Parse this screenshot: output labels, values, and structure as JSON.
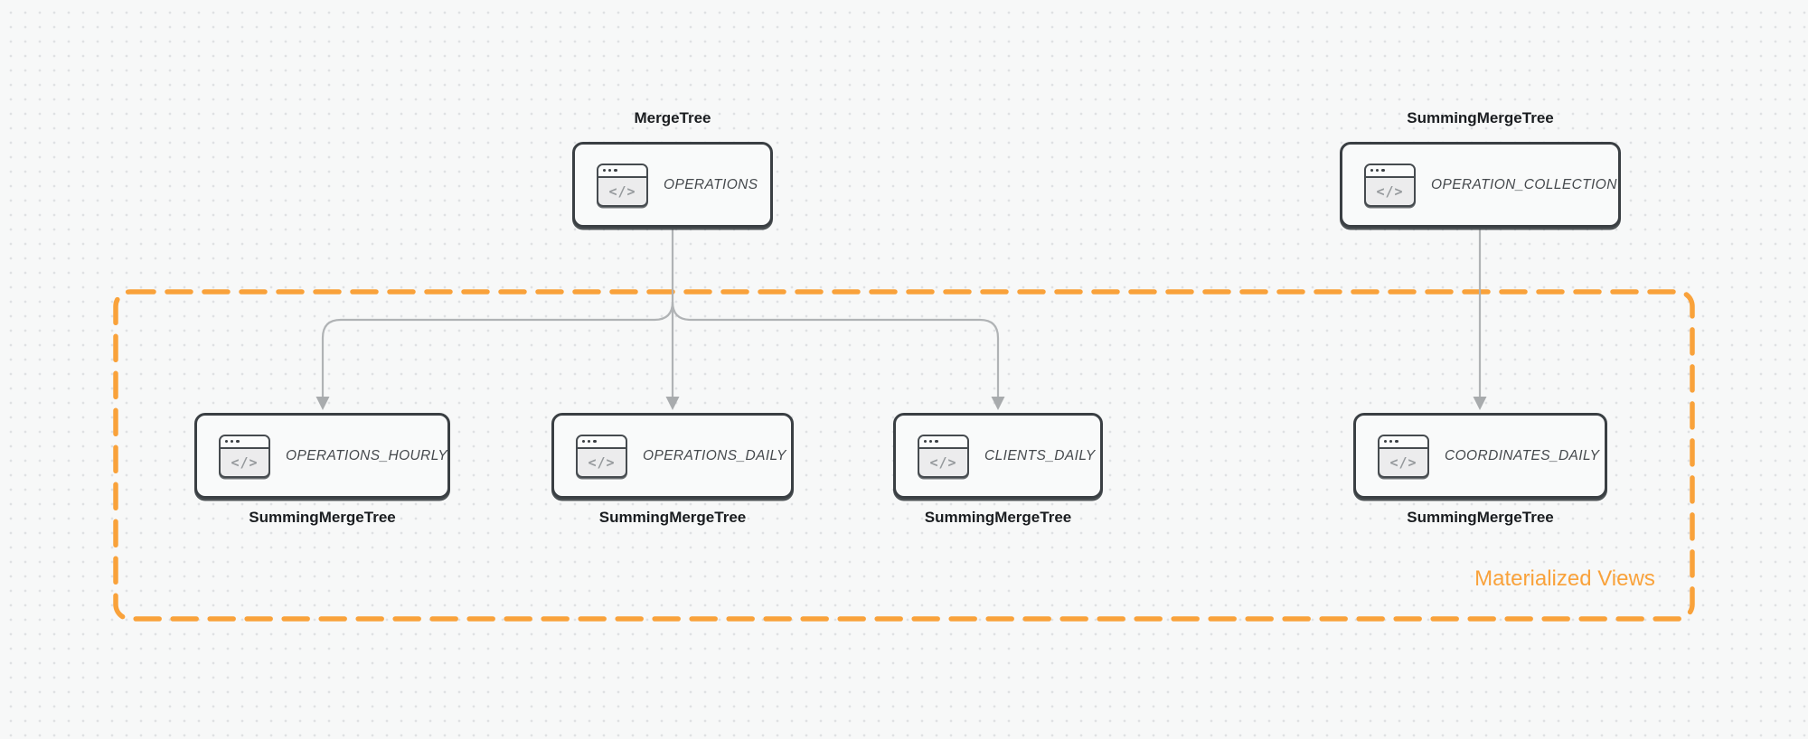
{
  "diagram": {
    "kind": "database-table-relationship-diagram",
    "colors": {
      "background": "#f7f8f8",
      "dot_grid": "#dfe1e3",
      "node_border": "#3a3f43",
      "node_background": "#f9fafa",
      "node_label_text": "#45494d",
      "title_text": "#1a1d20",
      "arrow": "#b0b3b5",
      "arrowhead": "#a8abad",
      "accent_orange": "#f9a23b"
    }
  },
  "icon": {
    "name": "code-window-icon",
    "glyph": "</>"
  },
  "nodes": [
    {
      "id": "operations",
      "title": "MergeTree",
      "title_position": "top",
      "label": "OPERATIONS"
    },
    {
      "id": "operation_collection",
      "title": "SummingMergeTree",
      "title_position": "top",
      "label": "OPERATION_COLLECTION"
    },
    {
      "id": "operations_hourly",
      "title": "SummingMergeTree",
      "title_position": "bottom",
      "label": "OPERATIONS_HOURLY"
    },
    {
      "id": "operations_daily",
      "title": "SummingMergeTree",
      "title_position": "bottom",
      "label": "OPERATIONS_DAILY"
    },
    {
      "id": "clients_daily",
      "title": "SummingMergeTree",
      "title_position": "bottom",
      "label": "CLIENTS_DAILY"
    },
    {
      "id": "coordinates_daily",
      "title": "SummingMergeTree",
      "title_position": "bottom",
      "label": "COORDINATES_DAILY"
    }
  ],
  "edges": [
    {
      "from": "OPERATIONS",
      "to": "OPERATIONS_HOURLY"
    },
    {
      "from": "OPERATIONS",
      "to": "OPERATIONS_DAILY"
    },
    {
      "from": "OPERATIONS",
      "to": "CLIENTS_DAILY"
    },
    {
      "from": "OPERATION_COLLECTION",
      "to": "COORDINATES_DAILY"
    }
  ],
  "group": {
    "label": "Materialized Views",
    "contains": [
      "OPERATIONS_HOURLY",
      "OPERATIONS_DAILY",
      "CLIENTS_DAILY",
      "COORDINATES_DAILY"
    ]
  }
}
